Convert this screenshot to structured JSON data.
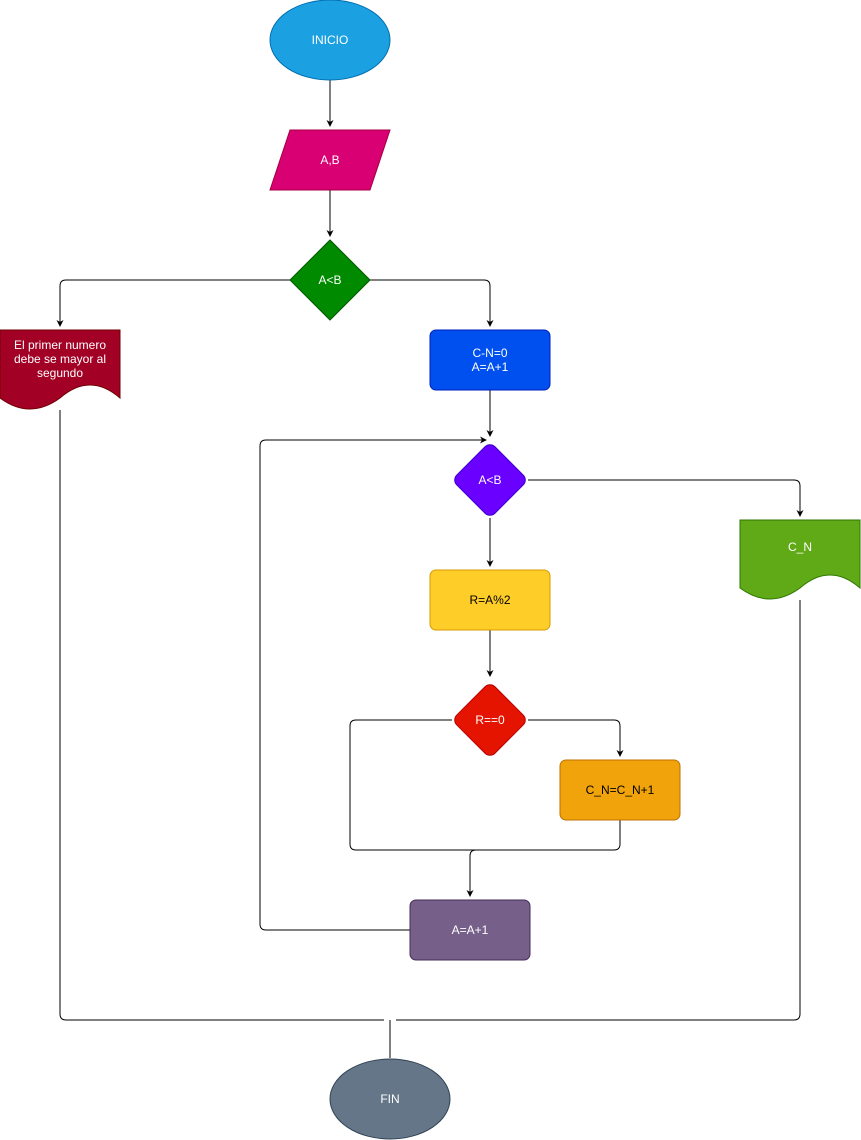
{
  "nodes": {
    "start": {
      "text": "INICIO",
      "fill": "#1ba1e2",
      "stroke": "#006eaf"
    },
    "input": {
      "text": "A,B",
      "fill": "#d80073",
      "stroke": "#a50040"
    },
    "cond1": {
      "text": "A<B",
      "fill": "#008a00",
      "stroke": "#005700"
    },
    "error_doc": {
      "text": "El  primer numero debe se mayor al segundo",
      "fill": "#a20025",
      "stroke": "#6f0000"
    },
    "init": {
      "text": "C-N=0\nA=A+1",
      "fill": "#0050ef",
      "stroke": "#001dbc"
    },
    "cond2": {
      "text": "A<B",
      "fill": "#6a00ff",
      "stroke": "#3700cc"
    },
    "output_doc": {
      "text": "C_N",
      "fill": "#60a917",
      "stroke": "#2d7600"
    },
    "mod": {
      "text": "R=A%2",
      "fill": "#ffcd28",
      "stroke": "#d79b00"
    },
    "cond3": {
      "text": "R==0",
      "fill": "#e51400",
      "stroke": "#b20000"
    },
    "count": {
      "text": "C_N=C_N+1",
      "fill": "#f0a30a",
      "stroke": "#bd7000"
    },
    "incr": {
      "text": "A=A+1",
      "fill": "#76608a",
      "stroke": "#432d57"
    },
    "end": {
      "text": "FIN",
      "fill": "#647687",
      "stroke": "#314354"
    }
  },
  "colors": {
    "edge": "#000000",
    "label_text": "#ffffff",
    "background": "#ffffff"
  }
}
